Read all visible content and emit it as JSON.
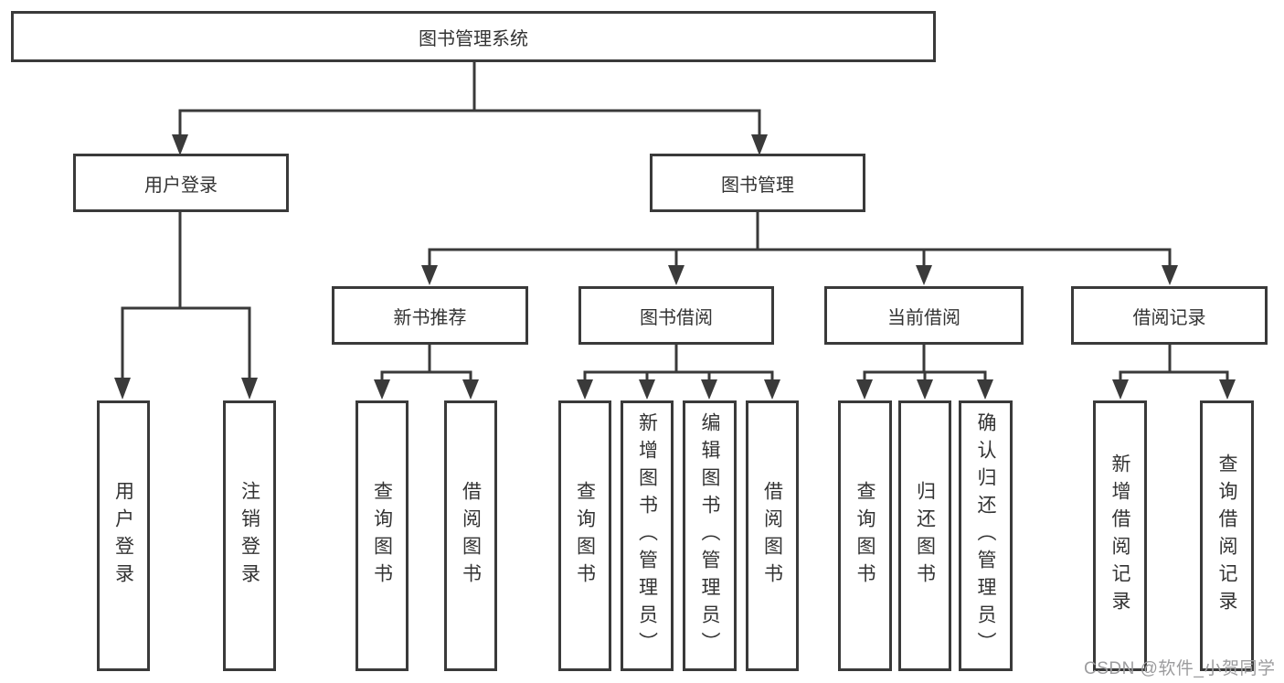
{
  "diagram": {
    "line_color": "#3a3a3a",
    "text_color": "#333333",
    "root": {
      "label": "图书管理系统"
    },
    "level2": [
      {
        "label": "用户登录"
      },
      {
        "label": "图书管理"
      }
    ],
    "level3": [
      {
        "label": "新书推荐"
      },
      {
        "label": "图书借阅"
      },
      {
        "label": "当前借阅"
      },
      {
        "label": "借阅记录"
      }
    ],
    "leaves": [
      {
        "label": "用户登录"
      },
      {
        "label": "注销登录"
      },
      {
        "label": "查询图书"
      },
      {
        "label": "借阅图书"
      },
      {
        "label": "查询图书"
      },
      {
        "label": "新增图书（管理员）"
      },
      {
        "label": "编辑图书（管理员）"
      },
      {
        "label": "借阅图书"
      },
      {
        "label": "查询图书"
      },
      {
        "label": "归还图书"
      },
      {
        "label": "确认归还（管理员）"
      },
      {
        "label": "新增借阅记录"
      },
      {
        "label": "查询借阅记录"
      }
    ],
    "watermark": "CSDN @软件_小贺同学"
  }
}
